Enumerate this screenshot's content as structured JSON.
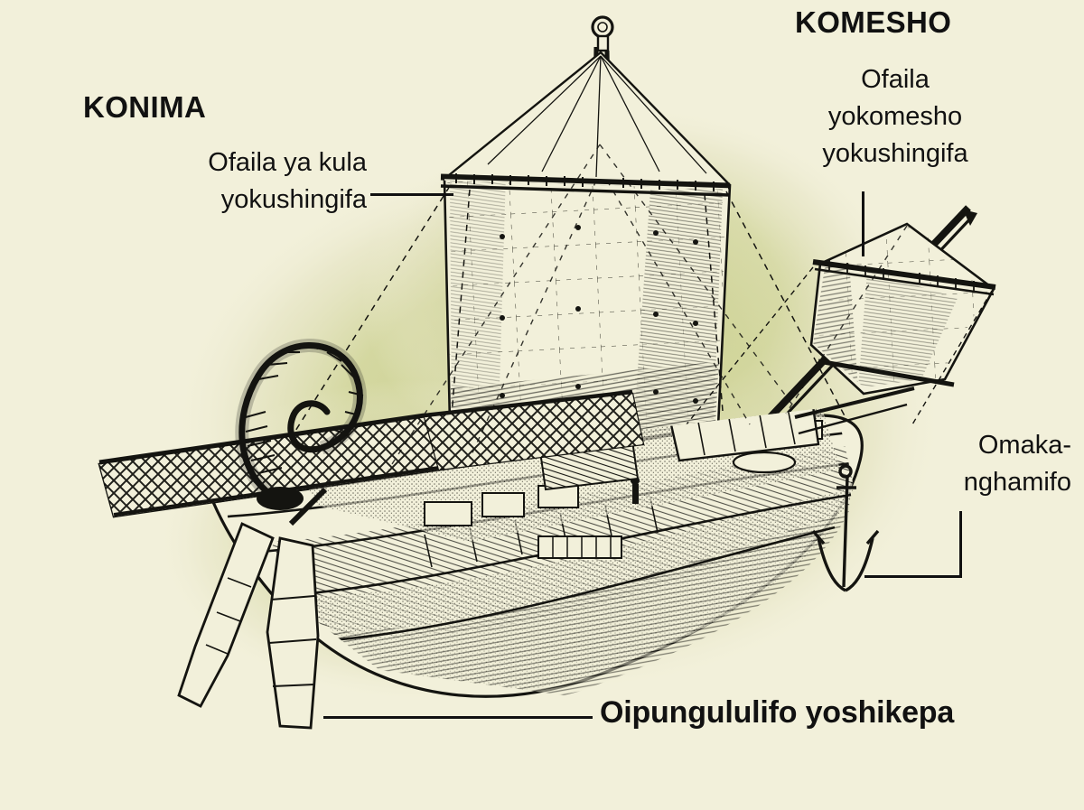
{
  "diagram": {
    "title": "Roman merchant ship labelled diagram",
    "subject": "oshikepa",
    "background_color": "#F2F0DA",
    "halo_color": "#D4D79F",
    "ink_color": "#121210"
  },
  "labels": {
    "stern": {
      "heading": "KONIMA",
      "body": "Ofaila ya kula\nyokushingifa",
      "leader": "horizontal-line"
    },
    "bow": {
      "heading": "KOMESHO",
      "body": "Ofaila\nyokomesho\nyokushingifa",
      "leader": "vertical-line"
    },
    "anchor": {
      "body": "Omaka-\nnghamifo",
      "leader": "elbow-bracket"
    },
    "hull": {
      "body": "Oipungululifo yoshikepa",
      "leader": "horizontal-line"
    }
  },
  "parts": {
    "masthead_finial": "masthead-finial-icon",
    "main_sail": "main-square-sail",
    "main_mast": "main-mast",
    "main_yard": "main-yard",
    "fore_sail": "artemon-sail",
    "fore_mast": "artemon-mast",
    "swan_neck": "aplustre-swan-neck",
    "lattice_rail": "lattice-railing",
    "steering_oars": "steering-oars",
    "anchor": "anchor-icon",
    "hull": "hull"
  }
}
